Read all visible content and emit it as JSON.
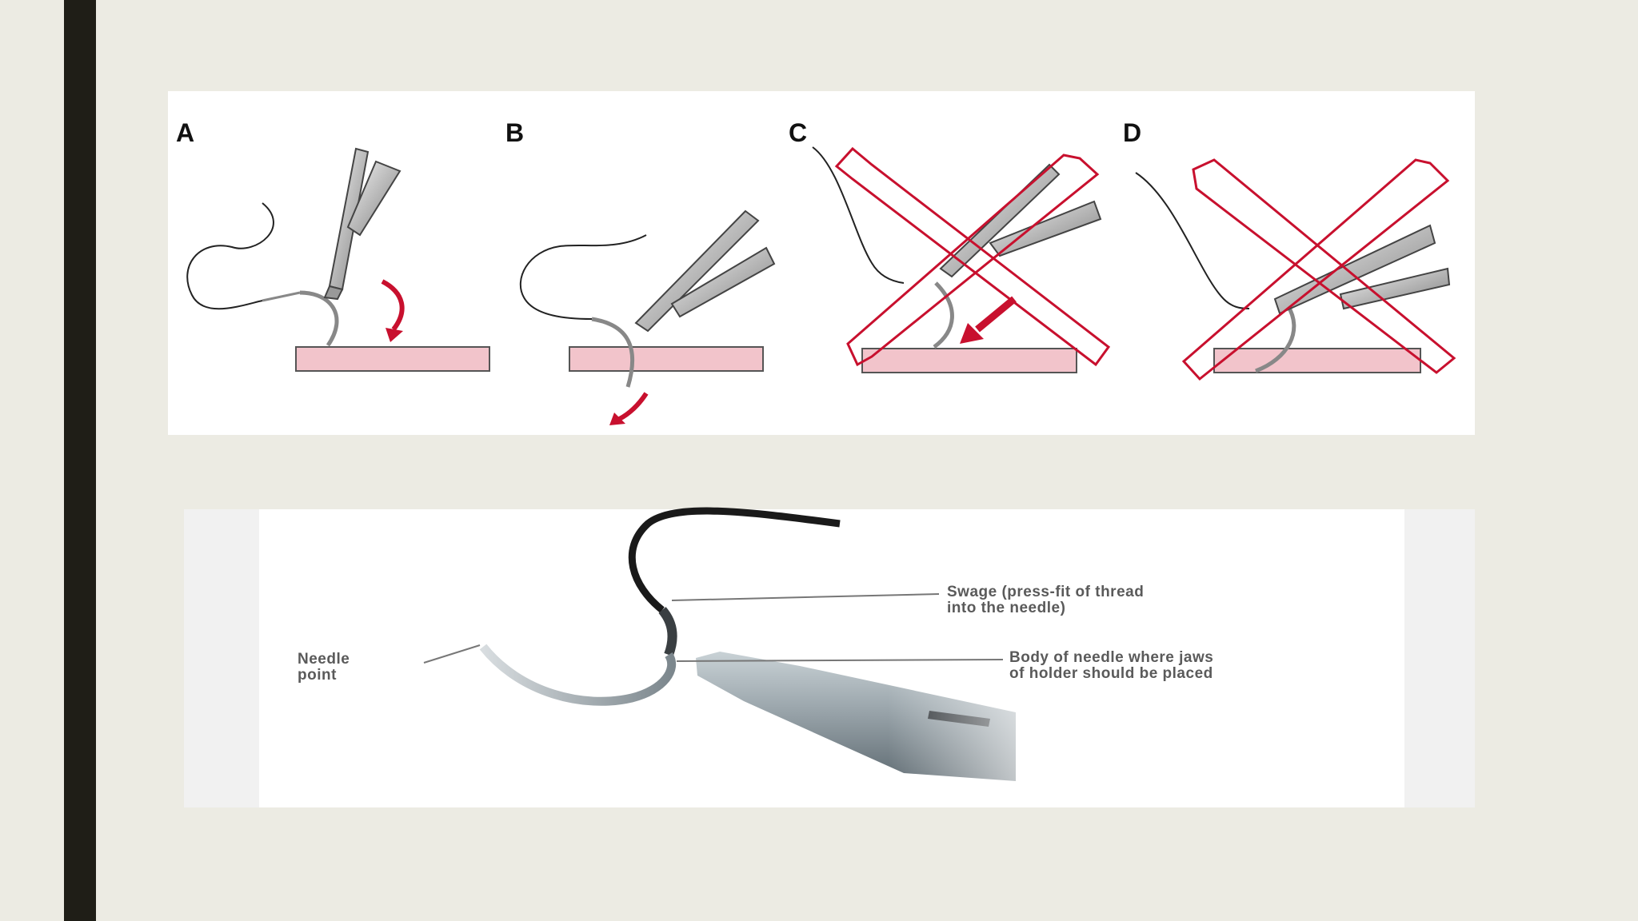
{
  "slide": {
    "background_color": "#ecebe3",
    "accent_bar_color": "#1f1e17"
  },
  "top_figure": {
    "panels": [
      {
        "letter": "A",
        "crossed_out": false,
        "arrow": "curved-down"
      },
      {
        "letter": "B",
        "crossed_out": false,
        "arrow": "curved-down-left"
      },
      {
        "letter": "C",
        "crossed_out": true,
        "arrow": "straight-down-left"
      },
      {
        "letter": "D",
        "crossed_out": true,
        "arrow": "none"
      }
    ],
    "tissue_color": "#f2c4cb",
    "arrow_color": "#c8102e",
    "cross_color": "#c8102e"
  },
  "bottom_figure": {
    "labels": {
      "needle_point": "Needle\npoint",
      "swage": "Swage (press-fit of thread\ninto the needle)",
      "body": "Body of needle where jaws\nof holder should be placed"
    }
  }
}
